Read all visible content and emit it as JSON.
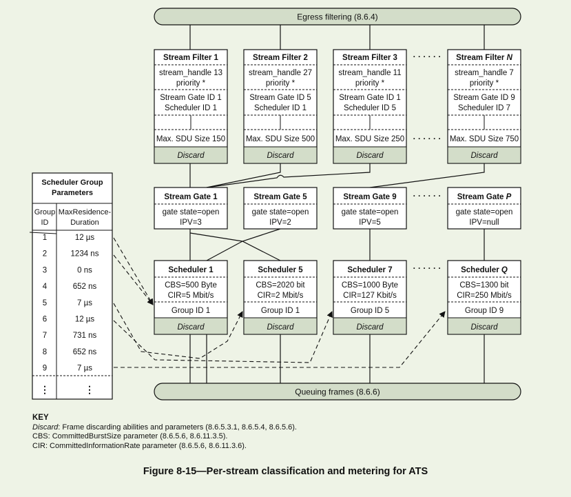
{
  "egress": "Egress filtering (8.6.4)",
  "queuing": "Queuing frames (8.6.6)",
  "ellipsis": "· · · · · ·",
  "stream_filters": [
    {
      "title": "Stream Filter 1",
      "title_italic": "",
      "handle": "stream_handle 13",
      "priority": "priority *",
      "gate": "Stream Gate ID 1",
      "sched": "Scheduler ID 1",
      "sdu": "Max. SDU Size 150",
      "discard": "Discard"
    },
    {
      "title": "Stream Filter 2",
      "title_italic": "",
      "handle": "stream_handle 27",
      "priority": "priority *",
      "gate": "Stream Gate ID 5",
      "sched": "Scheduler ID 1",
      "sdu": "Max. SDU Size 500",
      "discard": "Discard"
    },
    {
      "title": "Stream Filter 3",
      "title_italic": "",
      "handle": "stream_handle 11",
      "priority": "priority *",
      "gate": "Stream Gate ID 1",
      "sched": "Scheduler ID 5",
      "sdu": "Max. SDU Size 250",
      "discard": "Discard"
    },
    {
      "title": "Stream Filter ",
      "title_italic": "N",
      "handle": "stream_handle 7",
      "priority": "priority *",
      "gate": "Stream Gate ID 9",
      "sched": "Scheduler ID 7",
      "sdu": "Max. SDU Size 750",
      "discard": "Discard"
    }
  ],
  "stream_gates": [
    {
      "title": "Stream Gate 1",
      "title_italic": "",
      "state": "gate state=open",
      "ipv": "IPV=3"
    },
    {
      "title": "Stream Gate 5",
      "title_italic": "",
      "state": "gate state=open",
      "ipv": "IPV=2"
    },
    {
      "title": "Stream Gate 9",
      "title_italic": "",
      "state": "gate state=open",
      "ipv": "IPV=5"
    },
    {
      "title": "Stream Gate ",
      "title_italic": "P",
      "state": "gate state=open",
      "ipv": "IPV=null"
    }
  ],
  "schedulers": [
    {
      "title": "Scheduler 1",
      "title_italic": "",
      "cbs": "CBS=500 Byte",
      "cir": "CIR=5 Mbit/s",
      "group": "Group ID 1",
      "discard": "Discard"
    },
    {
      "title": "Scheduler 5",
      "title_italic": "",
      "cbs": "CBS=2020 bit",
      "cir": "CIR=2 Mbit/s",
      "group": "Group ID 1",
      "discard": "Discard"
    },
    {
      "title": "Scheduler 7",
      "title_italic": "",
      "cbs": "CBS=1000 Byte",
      "cir": "CIR=127 Kbit/s",
      "group": "Group ID 5",
      "discard": "Discard"
    },
    {
      "title": "Scheduler ",
      "title_italic": "Q",
      "cbs": "CBS=1300 bit",
      "cir": "CIR=250 Mbit/s",
      "group": "Group ID 9",
      "discard": "Discard"
    }
  ],
  "sched_group": {
    "title_line1": "Scheduler Group",
    "title_line2": "Parameters",
    "col1_line1": "Group",
    "col1_line2": "ID",
    "col2_line1": "MaxResidence-",
    "col2_line2": "Duration",
    "rows": [
      {
        "id": "1",
        "dur": "12 µs"
      },
      {
        "id": "2",
        "dur": "1234 ns"
      },
      {
        "id": "3",
        "dur": "0 ns"
      },
      {
        "id": "4",
        "dur": "652 ns"
      },
      {
        "id": "5",
        "dur": "7 µs"
      },
      {
        "id": "6",
        "dur": "12 µs"
      },
      {
        "id": "7",
        "dur": "731 ns"
      },
      {
        "id": "8",
        "dur": "652 ns"
      },
      {
        "id": "9",
        "dur": "7 µs"
      }
    ],
    "dots": "⋮"
  },
  "key": {
    "title": "KEY",
    "discard_term": "Discard",
    "discard_desc": ": Frame discarding abilities and parameters (8.6.5.3.1, 8.6.5.4, 8.6.5.6).",
    "cbs": "CBS: CommittedBurstSize parameter (8.6.5.6, 8.6.11.3.5).",
    "cir": "CIR: CommittedInformationRate parameter (8.6.5.6, 8.6.11.3.6)."
  },
  "caption": "Figure 8-15—Per-stream classification and metering for ATS",
  "colors": {
    "box_fill": "#ffffff",
    "discard_fill": "#d3ddc9",
    "bar_fill": "#d3ddc9",
    "line": "#111111",
    "background": "#eef3e6"
  }
}
